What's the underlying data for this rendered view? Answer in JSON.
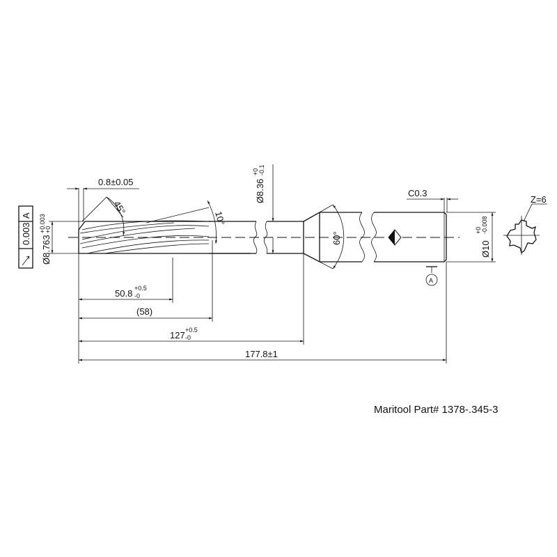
{
  "drawing": {
    "chamfer_width": "0.8±0.05",
    "angle_45": "45°",
    "angle_10": "10°",
    "angle_60": "60°",
    "neck_dia": {
      "main": "Ø8.36",
      "upper": "+0",
      "lower": "-0.1"
    },
    "cut_dia": {
      "main": "Ø8.763",
      "upper": "+0.003",
      "lower": "+0"
    },
    "shank_dia": {
      "main": "Ø10",
      "upper": "+0",
      "lower": "-0.008"
    },
    "shank_chamfer": "C0.3",
    "flutes": "Z=6",
    "datum": "A",
    "runout_frame": {
      "symbol": "runout",
      "value": "0.003",
      "datum": "A"
    },
    "dim_flute_len": {
      "main": "50.8",
      "upper": "+0.5",
      "lower": "-0"
    },
    "dim_ref": "(58)",
    "dim_neck_len": {
      "main": "127",
      "upper": "+0.5",
      "lower": "-0"
    },
    "dim_overall": "177.8±1"
  },
  "part_label": "Maritool Part# 1378-.345-3"
}
